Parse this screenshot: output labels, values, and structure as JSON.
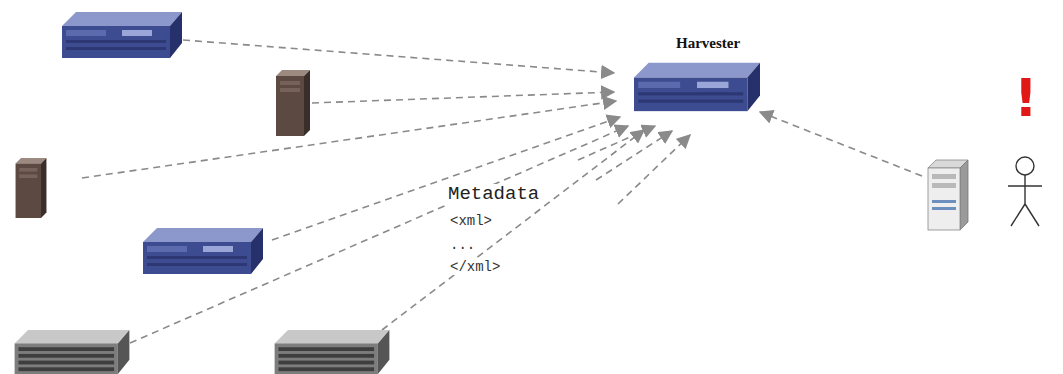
{
  "diagram": {
    "nodes": [
      {
        "text": [
          "Harvester"
        ]
      }
    ],
    "labels": [
      "Metadata",
      "<xml>",
      "...",
      "</xml>",
      "!"
    ]
  }
}
